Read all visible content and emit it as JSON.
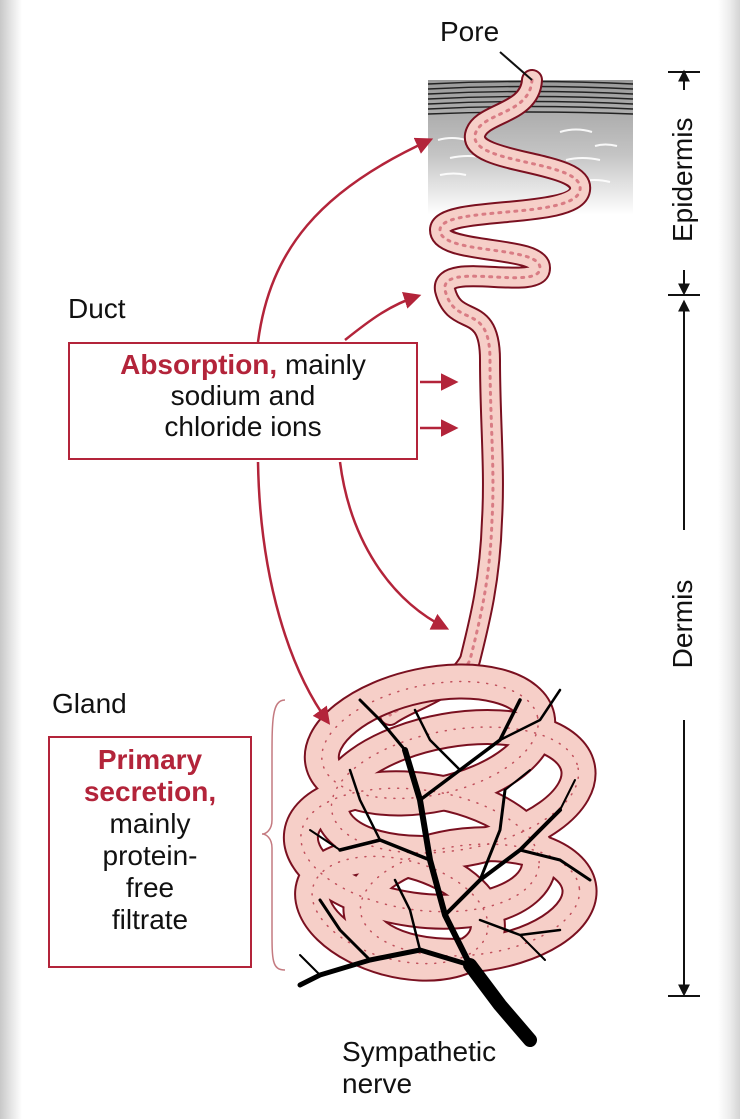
{
  "labels": {
    "pore": "Pore",
    "duct": "Duct",
    "gland": "Gland",
    "nerve_line1": "Sympathetic",
    "nerve_line2": "nerve",
    "epidermis": "Epidermis",
    "dermis": "Dermis"
  },
  "absorption_box": {
    "highlight": "Absorption,",
    "rest_line1": " mainly",
    "line2": "sodium and",
    "line3": "chloride ions"
  },
  "secretion_box": {
    "highlight_line1": "Primary",
    "highlight_line2": "secretion,",
    "line3": "mainly",
    "line4": "protein-",
    "line5": "free",
    "line6": "filtrate"
  },
  "colors": {
    "accent": "#b3243a",
    "duct_fill": "#f6cfc8",
    "nerve": "#000000"
  }
}
